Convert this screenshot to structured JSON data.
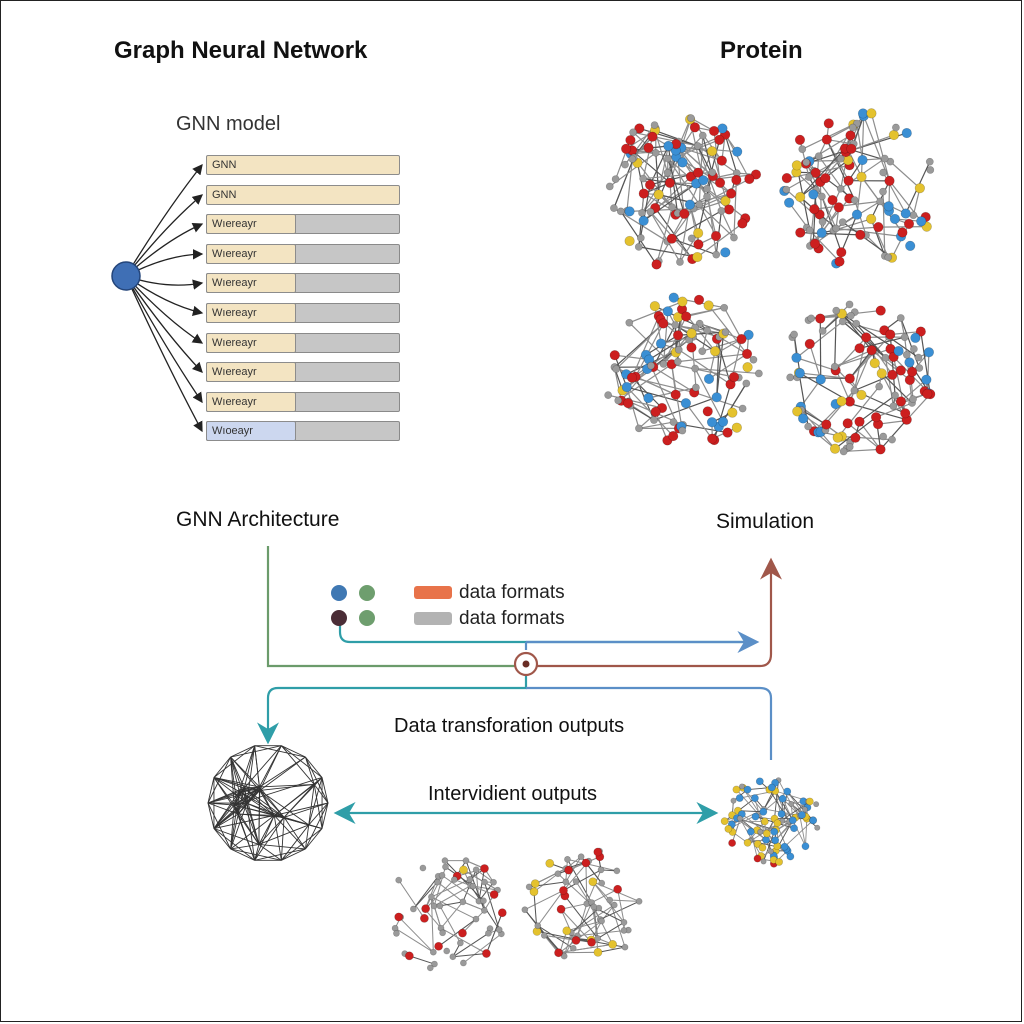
{
  "titles": {
    "gnn": "Graph Neural Network",
    "protein": "Protein",
    "model": "GNN model",
    "architecture": "GNN Architecture",
    "simulation": "Simulation",
    "transformation": "Data transforation outputs",
    "intervidient": "Intervidient outputs"
  },
  "layers": [
    {
      "label": "GNN",
      "style": "full"
    },
    {
      "label": "GNN",
      "style": "full"
    },
    {
      "label": "Wıereayr",
      "style": "split"
    },
    {
      "label": "Wıereayr",
      "style": "split"
    },
    {
      "label": "Wıereayr",
      "style": "split"
    },
    {
      "label": "Wıereayr",
      "style": "split"
    },
    {
      "label": "Wıereayr",
      "style": "split"
    },
    {
      "label": "Wıereayr",
      "style": "split"
    },
    {
      "label": "Wıereayr",
      "style": "split"
    },
    {
      "label": "Wıoeayr",
      "style": "blue"
    }
  ],
  "legend": [
    {
      "label": "data formats",
      "color": "#e8734a"
    },
    {
      "label": "data formats",
      "color": "#b3b3b3"
    }
  ],
  "colors": {
    "node_blue": "#3f6fb5",
    "flow_green": "#6b9b6b",
    "flow_teal": "#2f9ea8",
    "flow_blue": "#5b8fc7",
    "flow_brown": "#a0574a",
    "atom_red": "#cc1f1f",
    "atom_blue": "#3a8fd4",
    "atom_yellow": "#e4c22e",
    "atom_gray": "#9a9a9a"
  }
}
